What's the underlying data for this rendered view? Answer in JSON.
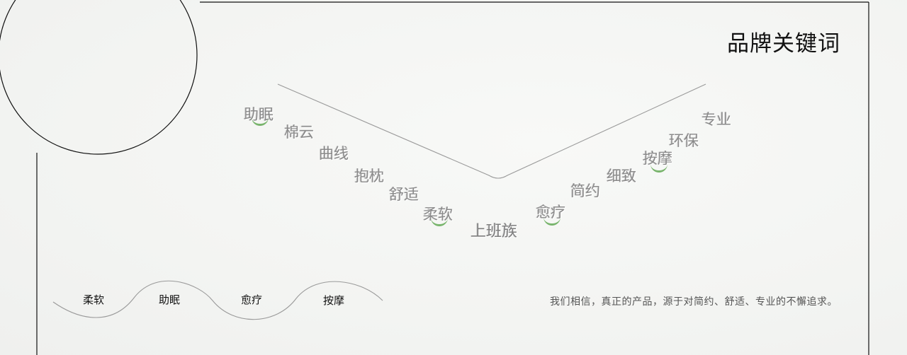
{
  "title": "品牌关键词",
  "left_keywords": [
    "助眠",
    "棉云",
    "曲线",
    "抱枕",
    "舒适",
    "柔软"
  ],
  "center_keyword": "上班族",
  "right_keywords": [
    "愈疗",
    "简约",
    "细致",
    "按摩",
    "环保",
    "专业"
  ],
  "highlighted_keywords": [
    "助眠",
    "柔软",
    "愈疗",
    "按摩"
  ],
  "wave_labels": [
    "柔软",
    "助眠",
    "愈疗",
    "按摩"
  ],
  "tagline": "我们相信，真正的产品，源于对简约、舒适、专业的不懈追求。",
  "colors": {
    "accent_green": "#79b56d",
    "line_gray": "#9a9a9a",
    "keyword_gray": "#8a8a8a"
  }
}
